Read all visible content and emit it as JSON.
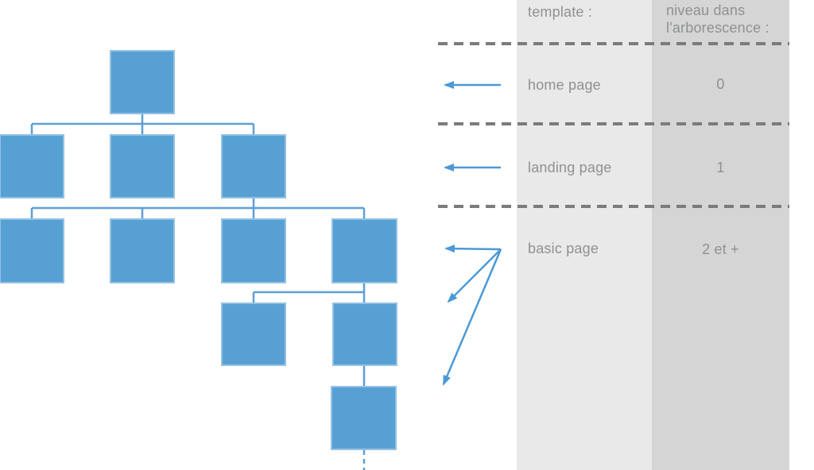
{
  "panel": {
    "columns": [
      {
        "id": "template",
        "header": "template :"
      },
      {
        "id": "level",
        "header": "niveau dans l'arborescence :"
      }
    ],
    "rows": [
      {
        "template": "home page",
        "level": "0"
      },
      {
        "template": "landing page",
        "level": "1"
      },
      {
        "template": "basic page",
        "level": "2 et +"
      }
    ]
  },
  "diagram": {
    "description": "site page tree (arborescence) of blue boxes",
    "levels": [
      {
        "level": 0,
        "template": "home page",
        "boxes": 1
      },
      {
        "level": 1,
        "template": "landing page",
        "boxes": 3
      },
      {
        "level": 2,
        "template": "basic page",
        "boxes": 4
      },
      {
        "level": 3,
        "template": "basic page",
        "boxes": 2
      },
      {
        "level": 4,
        "template": "basic page",
        "boxes": 1
      }
    ],
    "continuation": "dashed line below deepest box meaning tree continues"
  },
  "colors": {
    "box-blue": "#57A0D3",
    "box-border": "#93C1E4",
    "conn-blue": "#5E9FD6",
    "arrow-blue": "#4C99D6",
    "col-light": "#E9E9E9",
    "col-dark": "#D5D5D5",
    "dash": "#7B7B7B",
    "text-gray": "#8F9191"
  }
}
